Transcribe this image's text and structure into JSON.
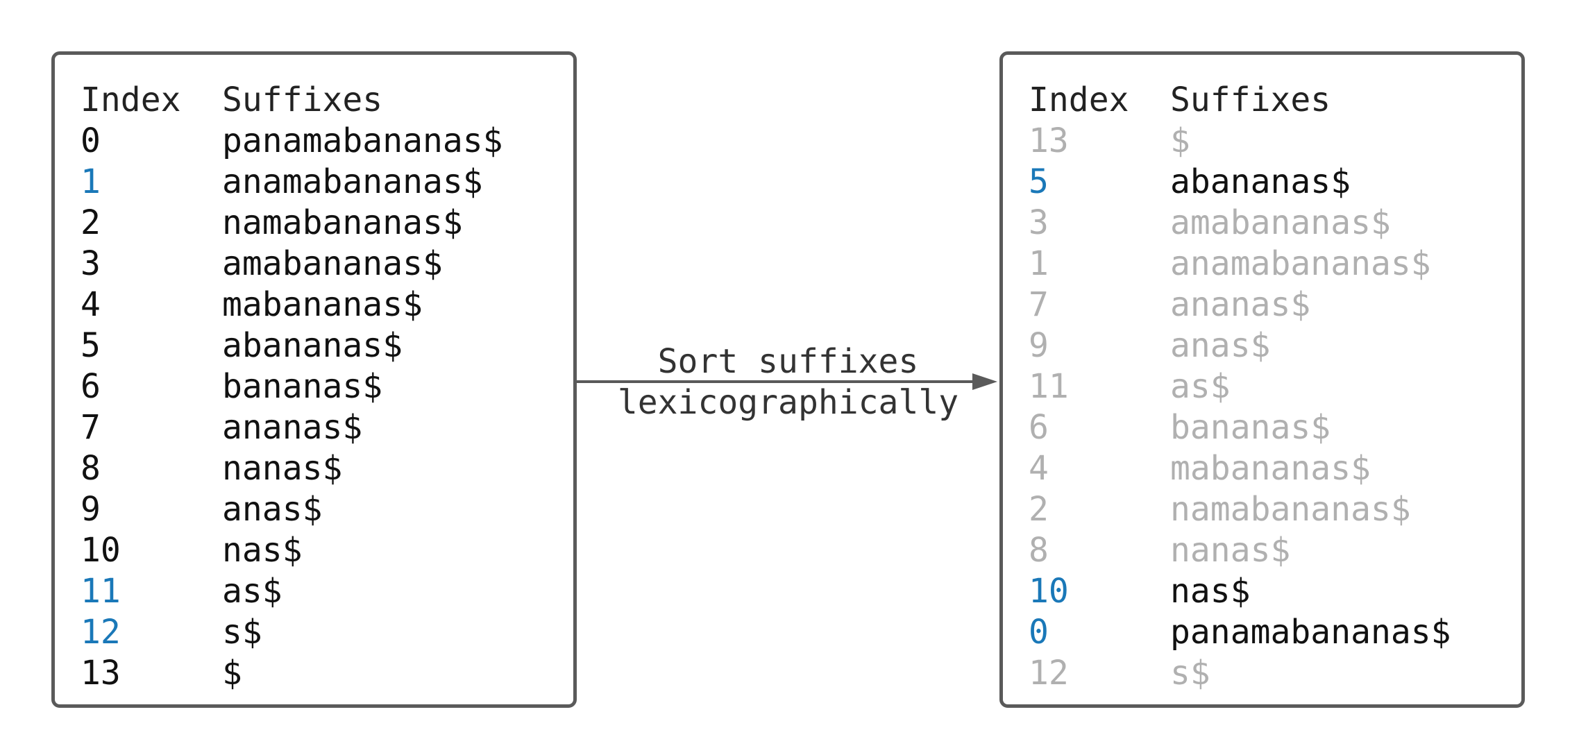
{
  "colors": {
    "normal": "#111111",
    "highlight": "#1a78b8",
    "faded": "#b0b0b0",
    "border": "#5a5a5a",
    "arrow": "#5a5a5a"
  },
  "left_table": {
    "header_index": "Index",
    "header_suffix": "Suffixes",
    "rows": [
      {
        "index": "0",
        "suffix": "panamabananas$",
        "style": "normal"
      },
      {
        "index": "1",
        "suffix": "anamabananas$",
        "style": "highlight-index"
      },
      {
        "index": "2",
        "suffix": "namabananas$",
        "style": "normal"
      },
      {
        "index": "3",
        "suffix": "amabananas$",
        "style": "normal"
      },
      {
        "index": "4",
        "suffix": "mabananas$",
        "style": "normal"
      },
      {
        "index": "5",
        "suffix": "abananas$",
        "style": "normal"
      },
      {
        "index": "6",
        "suffix": "bananas$",
        "style": "normal"
      },
      {
        "index": "7",
        "suffix": "ananas$",
        "style": "normal"
      },
      {
        "index": "8",
        "suffix": "nanas$",
        "style": "normal"
      },
      {
        "index": "9",
        "suffix": "anas$",
        "style": "normal"
      },
      {
        "index": "10",
        "suffix": "nas$",
        "style": "normal"
      },
      {
        "index": "11",
        "suffix": "as$",
        "style": "highlight-index"
      },
      {
        "index": "12",
        "suffix": "s$",
        "style": "highlight-index"
      },
      {
        "index": "13",
        "suffix": "$",
        "style": "normal"
      }
    ]
  },
  "arrow": {
    "line1": "Sort suffixes",
    "line2": "lexicographically"
  },
  "right_table": {
    "header_index": "Index",
    "header_suffix": "Suffixes",
    "rows": [
      {
        "index": "13",
        "suffix": "$",
        "style": "faded"
      },
      {
        "index": "5",
        "suffix": "abananas$",
        "style": "highlight-index"
      },
      {
        "index": "3",
        "suffix": "amabananas$",
        "style": "faded"
      },
      {
        "index": "1",
        "suffix": "anamabananas$",
        "style": "faded"
      },
      {
        "index": "7",
        "suffix": "ananas$",
        "style": "faded"
      },
      {
        "index": "9",
        "suffix": "anas$",
        "style": "faded"
      },
      {
        "index": "11",
        "suffix": "as$",
        "style": "faded"
      },
      {
        "index": "6",
        "suffix": "bananas$",
        "style": "faded"
      },
      {
        "index": "4",
        "suffix": "mabananas$",
        "style": "faded"
      },
      {
        "index": "2",
        "suffix": "namabananas$",
        "style": "faded"
      },
      {
        "index": "8",
        "suffix": "nanas$",
        "style": "faded"
      },
      {
        "index": "10",
        "suffix": "nas$",
        "style": "highlight-index"
      },
      {
        "index": "0",
        "suffix": "panamabananas$",
        "style": "highlight-index"
      },
      {
        "index": "12",
        "suffix": "s$",
        "style": "faded"
      }
    ]
  }
}
